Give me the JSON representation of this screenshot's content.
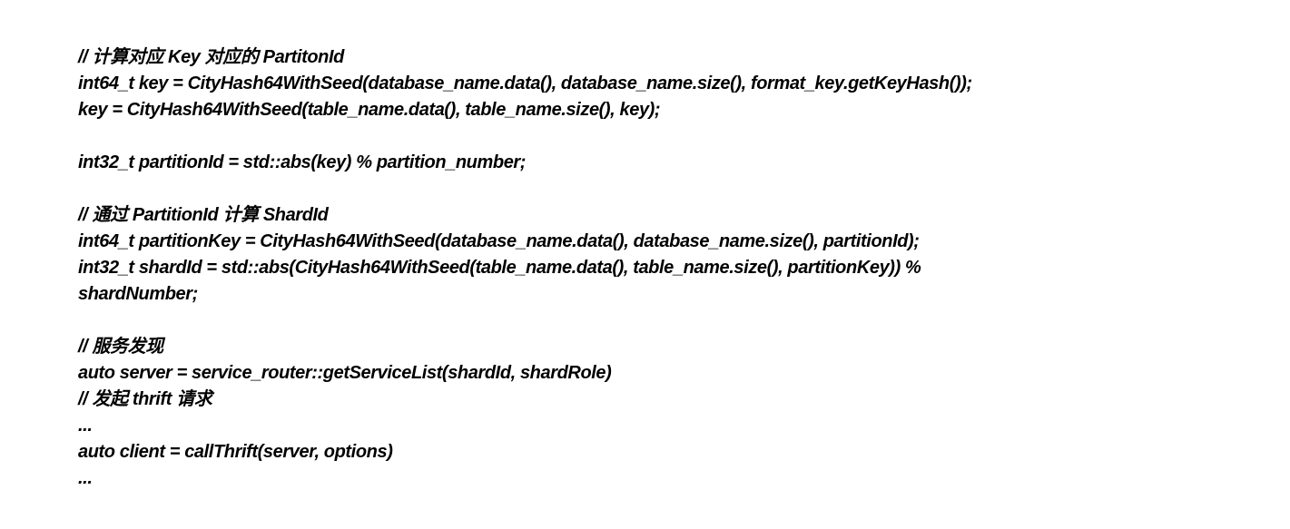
{
  "lines": [
    "// 计算对应 Key 对应的 PartitonId",
    "int64_t key = CityHash64WithSeed(database_name.data(), database_name.size(), format_key.getKeyHash());",
    "key = CityHash64WithSeed(table_name.data(), table_name.size(), key);",
    "",
    "int32_t partitionId = std::abs(key) % partition_number;",
    "",
    "// 通过 PartitionId 计算 ShardId",
    "int64_t partitionKey = CityHash64WithSeed(database_name.data(), database_name.size(), partitionId);",
    "int32_t shardId = std::abs(CityHash64WithSeed(table_name.data(), table_name.size(), partitionKey)) %",
    "shardNumber;",
    "",
    "// 服务发现",
    "auto server = service_router::getServiceList(shardId, shardRole)",
    "// 发起 thrift 请求",
    "...",
    "auto client = callThrift(server, options)",
    "..."
  ]
}
